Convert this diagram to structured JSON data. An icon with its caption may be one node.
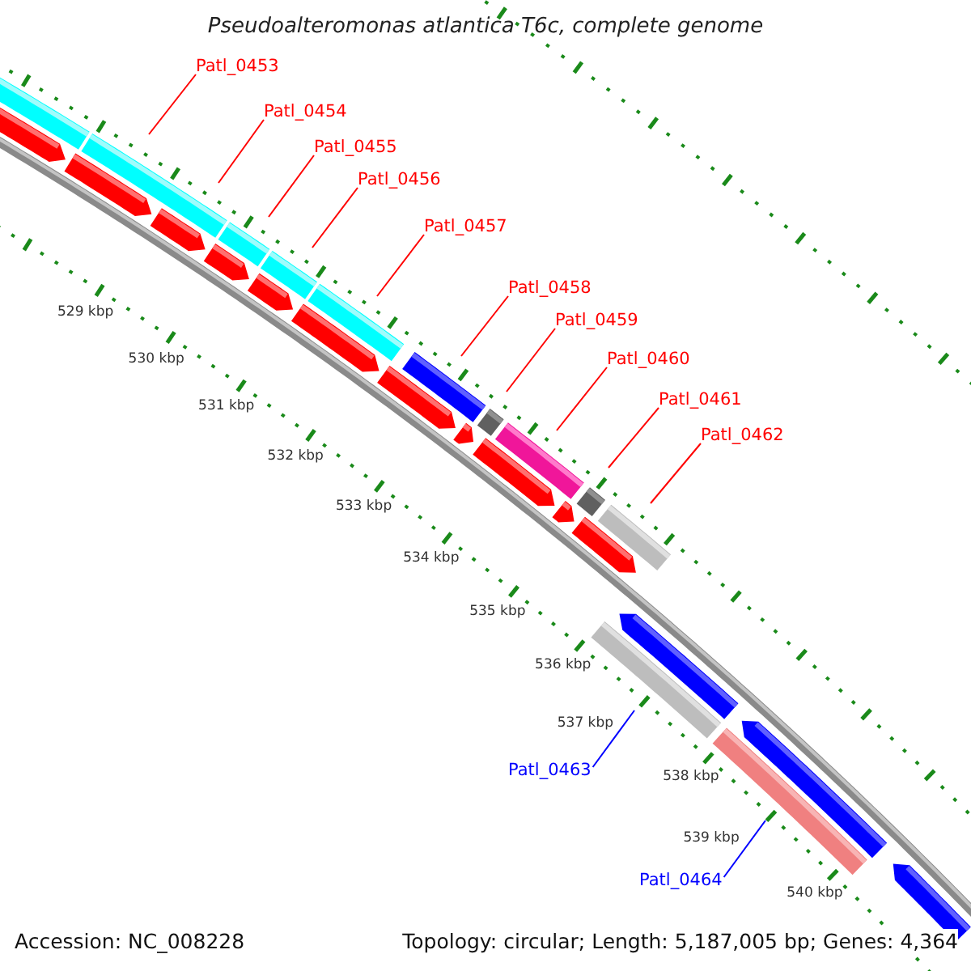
{
  "diagram": {
    "title": "Pseudoalteromonas atlantica T6c, complete genome",
    "nodes": [
      {
        "text": [
          "Patl_0453"
        ]
      },
      {
        "text": [
          "Patl_0454"
        ]
      },
      {
        "text": [
          "Patl_0455"
        ]
      },
      {
        "text": [
          "Patl_0456"
        ]
      },
      {
        "text": [
          "Patl_0457"
        ]
      },
      {
        "text": [
          "Patl_0458"
        ]
      },
      {
        "text": [
          "Patl_0459"
        ]
      },
      {
        "text": [
          "Patl_0460"
        ]
      },
      {
        "text": [
          "Patl_0461"
        ]
      },
      {
        "text": [
          "Patl_0462"
        ]
      },
      {
        "text": [
          "Patl_0463"
        ]
      },
      {
        "text": [
          "Patl_0464"
        ]
      }
    ],
    "edges": [
      {
        "from": 0,
        "to": null,
        "arrow": "none"
      },
      {
        "from": 1,
        "to": null,
        "arrow": "none"
      },
      {
        "from": 2,
        "to": null,
        "arrow": "none"
      },
      {
        "from": 3,
        "to": null,
        "arrow": "none"
      },
      {
        "from": 4,
        "to": null,
        "arrow": "none"
      },
      {
        "from": 5,
        "to": null,
        "arrow": "none"
      },
      {
        "from": 6,
        "to": null,
        "arrow": "none"
      },
      {
        "from": 7,
        "to": null,
        "arrow": "none"
      },
      {
        "from": 8,
        "to": null,
        "arrow": "none"
      },
      {
        "from": 9,
        "to": null,
        "arrow": "none"
      },
      {
        "from": 10,
        "to": null,
        "arrow": "none",
        "color": "#0000ff"
      },
      {
        "from": 11,
        "to": null,
        "arrow": "none",
        "color": "#0000ff"
      }
    ],
    "labels": [
      "529 kbp",
      "530 kbp",
      "531 kbp",
      "532 kbp",
      "533 kbp",
      "534 kbp",
      "535 kbp",
      "536 kbp",
      "537 kbp",
      "538 kbp",
      "539 kbp",
      "540 kbp",
      "Accession: NC_008228",
      "Topology: circular; Length: 5,187,005 bp; Genes: 4,364"
    ]
  }
}
